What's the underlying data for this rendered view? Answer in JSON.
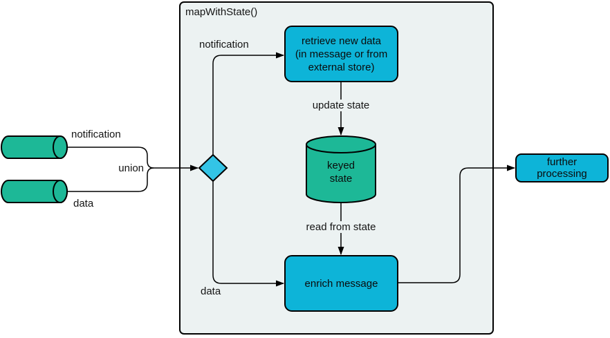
{
  "colors": {
    "container_bg": "#ecf2f2",
    "box_cyan": "#0db4d8",
    "diamond_cyan": "#33c4e6",
    "cylinder_green": "#1db897",
    "stroke": "#000000"
  },
  "container": {
    "title": "mapWithState()"
  },
  "inputs": {
    "notification_label": "notification",
    "data_label": "data",
    "union_label": "union"
  },
  "nodes": {
    "retrieve": "retrieve new data\n(in message or from\nexternal store)",
    "keyed_state": "keyed\nstate",
    "enrich": "enrich message",
    "further": "further\nprocessing"
  },
  "edges": {
    "notification_inner": "notification",
    "data_inner": "data",
    "update_state": "update state",
    "read_from_state": "read from state"
  }
}
